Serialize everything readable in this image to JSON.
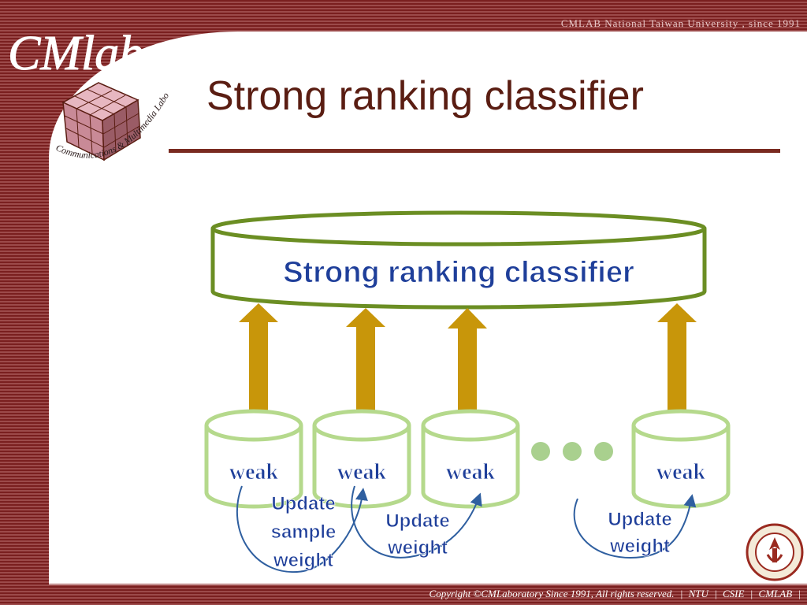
{
  "header": {
    "text": "CMLAB  National Taiwan University , since 1991"
  },
  "logo": {
    "wordmark": "CMlab",
    "ring_text": "Communications & Multimedia Laboratory"
  },
  "slide": {
    "title": "Strong ranking classifier"
  },
  "diagram": {
    "classifier_label": "Strong ranking classifier",
    "weak_labels": [
      "weak",
      "weak",
      "weak",
      "weak"
    ],
    "update_labels": [
      [
        "Update",
        "sample",
        "weight"
      ],
      [
        "Update",
        "weight"
      ],
      [
        "Update",
        "weight"
      ]
    ],
    "colors": {
      "outline": "#6b8e23",
      "cylinder_border": "#b5d98c",
      "arrow": "#c8960a",
      "label_fill": "#1f3f9a",
      "dots": "#a9d08e",
      "curve": "#2f5fa0"
    }
  },
  "footer": {
    "copyright": "Copyright ©CMLaboratory Since 1991, All rights reserved.",
    "links": [
      "NTU",
      "CSIE",
      "CMLAB"
    ]
  }
}
